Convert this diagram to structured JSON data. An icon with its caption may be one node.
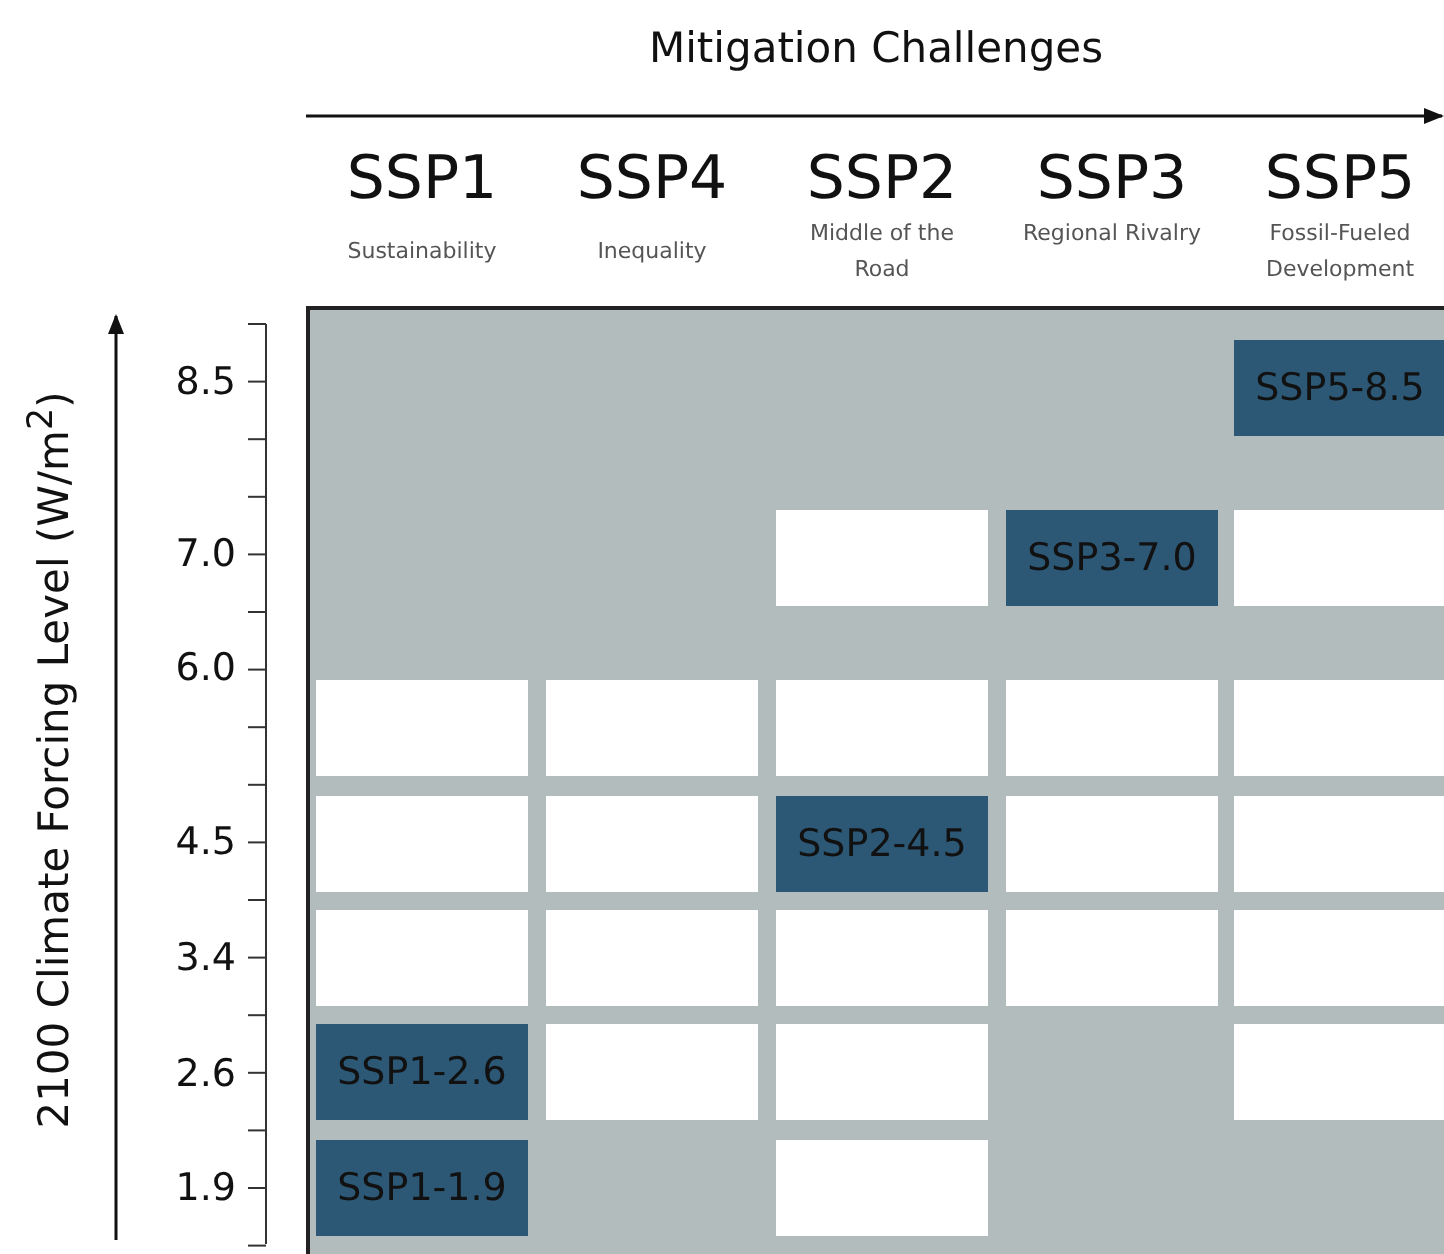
{
  "diagram": {
    "nodes": [
      {
        "text": [
          "SSP5-8.5"
        ]
      },
      {
        "text": [],
        "shape": "box"
      },
      {
        "text": [
          "SSP3-7.0"
        ]
      },
      {
        "text": [],
        "shape": "box"
      },
      {
        "text": [],
        "shape": "box"
      },
      {
        "text": [],
        "shape": "box"
      },
      {
        "text": [],
        "shape": "box"
      },
      {
        "text": [],
        "shape": "box"
      },
      {
        "text": [],
        "shape": "box"
      },
      {
        "text": [],
        "shape": "box"
      },
      {
        "text": [],
        "shape": "box"
      },
      {
        "text": [
          "SSP2-4.5"
        ]
      },
      {
        "text": [],
        "shape": "box"
      },
      {
        "text": [],
        "shape": "box"
      },
      {
        "text": [],
        "shape": "box"
      },
      {
        "text": [],
        "shape": "box"
      },
      {
        "text": [],
        "shape": "box"
      },
      {
        "text": [],
        "shape": "box"
      },
      {
        "text": [],
        "shape": "box"
      },
      {
        "text": [
          "SSP1-2.6"
        ]
      },
      {
        "text": [],
        "shape": "box"
      },
      {
        "text": [],
        "shape": "box"
      },
      {
        "text": [],
        "shape": "box"
      },
      {
        "text": [
          "SSP1-1.9"
        ]
      },
      {
        "text": [],
        "shape": "box"
      }
    ],
    "edges": [],
    "labels": [
      "Mitigation Challenges",
      "SSP1",
      "Sustainability",
      "SSP4",
      "Inequality",
      "SSP2",
      "Middle of the Road",
      "SSP3",
      "Regional Rivalry",
      "SSP5",
      "Fossil-Fueled Development",
      "2100 Climate Forcing Level (W/m$^{2}$)",
      "8.5",
      "7.0",
      "6.0",
      "4.5",
      "3.4",
      "2.6",
      "1.9"
    ]
  }
}
